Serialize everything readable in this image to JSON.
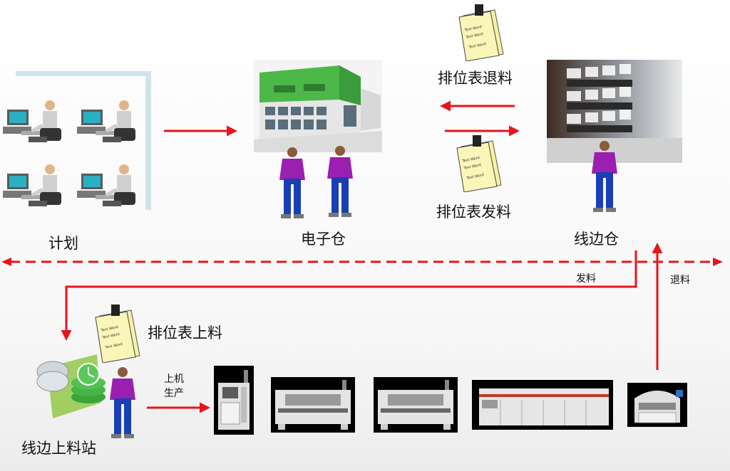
{
  "nodes": {
    "plan": "计划",
    "warehouse": "电子仓",
    "line_store": "线边仓",
    "feeder_station": "线边上料站"
  },
  "flows": {
    "return_sheet": "排位表退料",
    "issue_sheet": "排位表发料",
    "load_sheet": "排位表上料",
    "issue": "发料",
    "return": "退料",
    "machine_line1": "上机",
    "machine_line2": "生产"
  },
  "colors": {
    "arrow": "#e8141b",
    "building_green": "#4cb848",
    "shirt": "#9b1fb0",
    "pants": "#1a3fb5"
  }
}
